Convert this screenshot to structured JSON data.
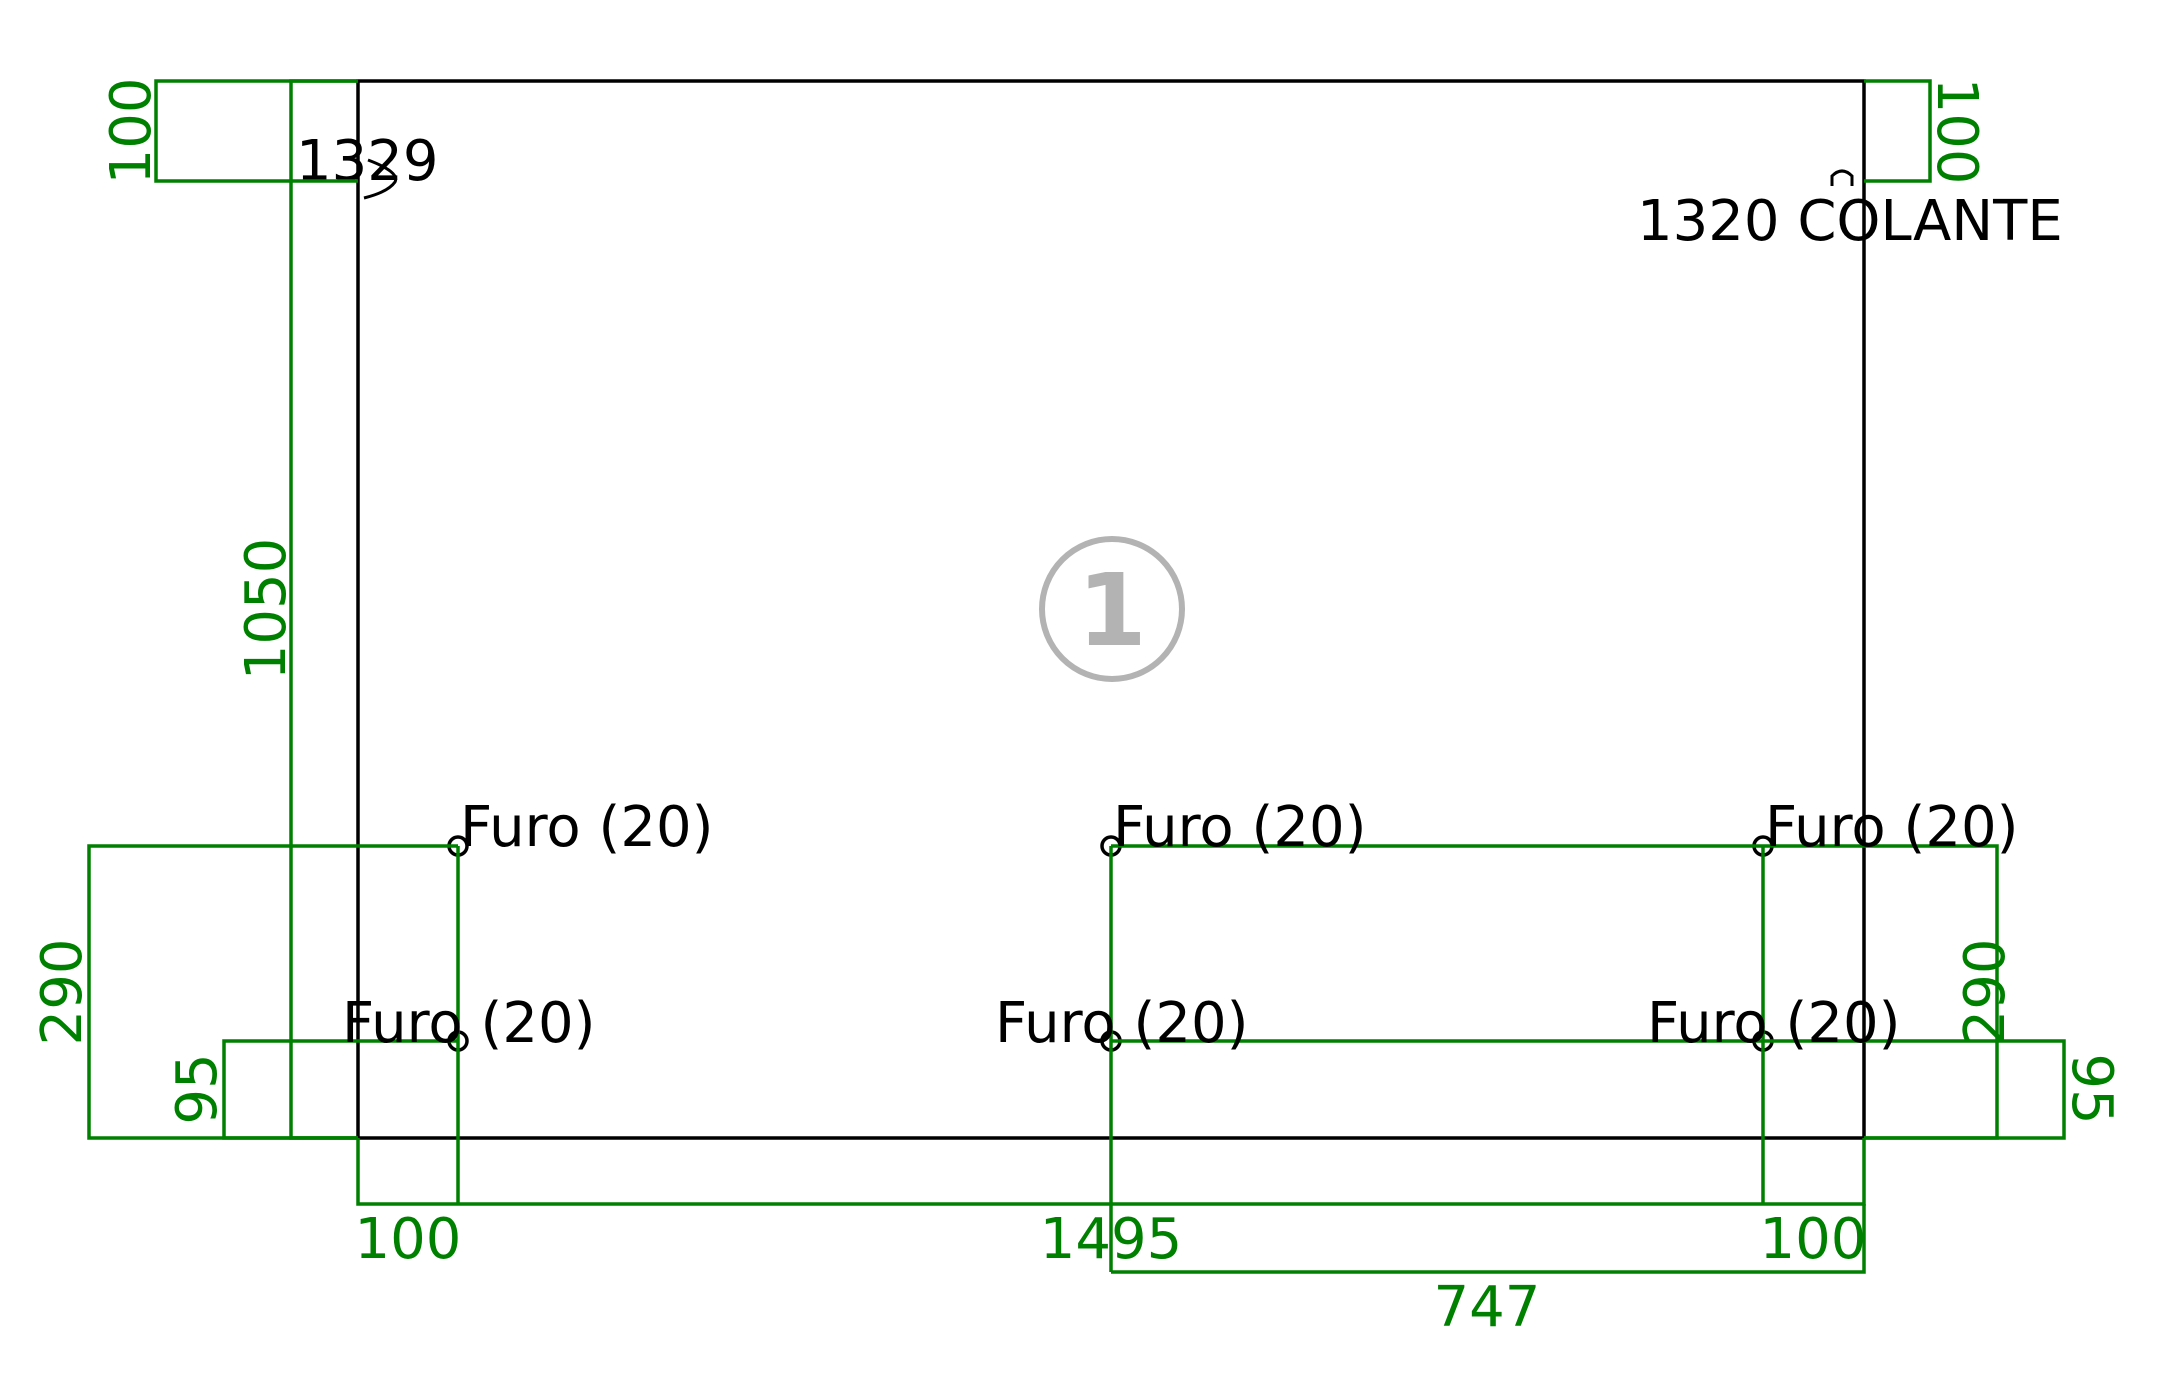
{
  "colors": {
    "dimension": "#008000",
    "outline": "#000000",
    "part_mark": "#b3b3b3"
  },
  "part": {
    "number": "1"
  },
  "edges": {
    "left_label": "1329",
    "right_label": "1320 COLANTE"
  },
  "holes": [
    {
      "label": "Furo (20)"
    },
    {
      "label": "Furo (20)"
    },
    {
      "label": "Furo (20)"
    },
    {
      "label": "Furo (20)"
    },
    {
      "label": "Furo (20)"
    },
    {
      "label": "Furo (20)"
    }
  ],
  "dimensions": {
    "height": "1050",
    "top_left_offset": "100",
    "top_right_offset": "100",
    "left_hole_height_upper": "290",
    "left_hole_height_lower": "95",
    "right_hole_height_upper": "290",
    "right_hole_height_lower": "95",
    "bottom_left": "100",
    "bottom_total": "1495",
    "bottom_right": "100",
    "bottom_center": "747"
  }
}
